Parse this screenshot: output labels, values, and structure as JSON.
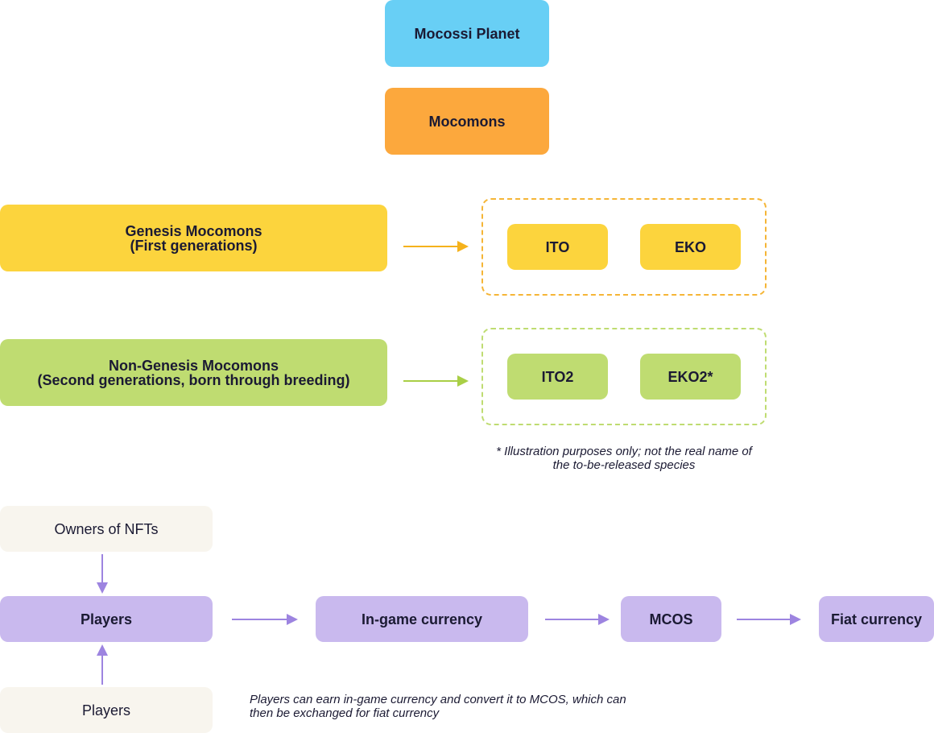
{
  "top": {
    "planet_label": "Mocossi Planet",
    "mocomons_label": "Mocomons"
  },
  "genesis": {
    "title": "Genesis Mocomons",
    "subtitle": "(First generations)",
    "species": [
      "ITO",
      "EKO"
    ]
  },
  "non_genesis": {
    "title": "Non-Genesis Mocomons",
    "subtitle": "(Second generations, born through breeding)",
    "species": [
      "ITO2",
      "EKO2*"
    ]
  },
  "footnote": {
    "line1": "* Illustration purposes only; not the real name of",
    "line2": "the to-be-released species"
  },
  "economy": {
    "owners_label": "Owners of NFTs",
    "players_label": "Players",
    "players_bottom_label": "Players",
    "ingame_label": "In-game currency",
    "mcos_label": "MCOS",
    "fiat_label": "Fiat currency",
    "note_line1": "Players can earn in-game currency and convert it to MCOS, which can",
    "note_line2": "then be exchanged for fiat currency"
  },
  "colors": {
    "planet": "#68cff5",
    "mocomons": "#fca83d",
    "genesis": "#fcd43d",
    "non_genesis": "#bfdc71",
    "economy": "#c9b9ee",
    "owners": "#f8f5ee",
    "arrow_genesis": "#f5b21c",
    "arrow_non_genesis": "#a9cf46",
    "arrow_economy": "#9d84e0"
  }
}
